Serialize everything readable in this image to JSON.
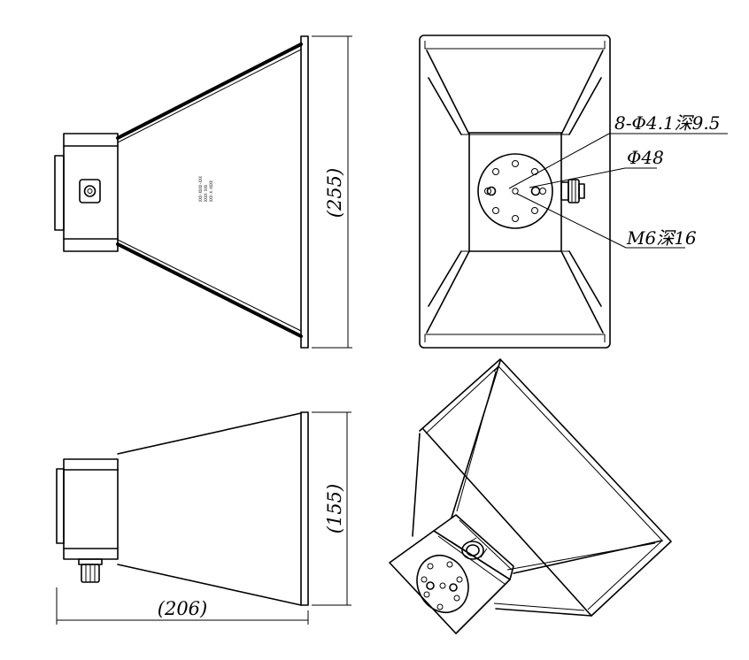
{
  "dimensions": {
    "height_top": "(255)",
    "height_bottom": "(155)",
    "length": "(206)"
  },
  "callouts": {
    "holes": "8-Φ4.1深9.5",
    "bolt_circle": "Φ48",
    "center_thread": "M6深16"
  },
  "nameplate_lines": [
    "XXX-XXXX-XXX",
    "XXXX XXX",
    "XXX-X-XXXX"
  ]
}
